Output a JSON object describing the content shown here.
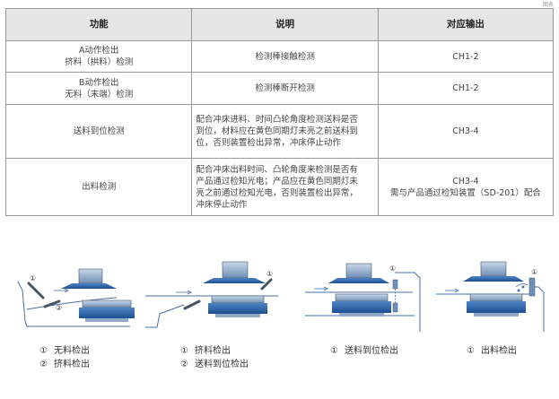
{
  "corner_text": "图表",
  "table": {
    "headers": [
      "功能",
      "说明",
      "对应输出"
    ],
    "rows": [
      {
        "func": "A动作检出\n挤料（拱料）检测",
        "desc": "检测棒接触检测",
        "out": "CH1-2"
      },
      {
        "func": "B动作检出\n无料（末端）检测",
        "desc": "检测棒断开检测",
        "out": "CH1-2"
      },
      {
        "func": "送料到位检测",
        "desc": "配合冲床进料、时间凸轮角度检测送料是否\n到位，材料应在黄色同期灯未亮之前送料到\n位，否则装置检出异常，冲床停止动作",
        "out": "CH3-4"
      },
      {
        "func": "出料检测",
        "desc": "配合冲床出料时间、凸轮角度来检测是否有\n产品通过检知光电；产品应在黄色同期灯未\n亮之前通过检知光电，否则装置检出异常，\n冲床停止动作",
        "out": "CH3-4\n需与产品通过检知装置（SD-201）配合"
      }
    ]
  },
  "diagrams": [
    {
      "captions": [
        {
          "mark": "①",
          "text": "无料检出"
        },
        {
          "mark": "②",
          "text": "挤料检出"
        }
      ],
      "markers": [
        "①",
        "②"
      ]
    },
    {
      "captions": [
        {
          "mark": "①",
          "text": "挤料检出"
        },
        {
          "mark": "②",
          "text": "送料到位检出"
        }
      ],
      "markers": [
        "①"
      ]
    },
    {
      "captions": [
        {
          "mark": "①",
          "text": "送料到位检出"
        }
      ],
      "markers": [
        "①"
      ]
    },
    {
      "captions": [
        {
          "mark": "①",
          "text": "出料检出"
        }
      ],
      "markers": [
        "①"
      ]
    }
  ]
}
